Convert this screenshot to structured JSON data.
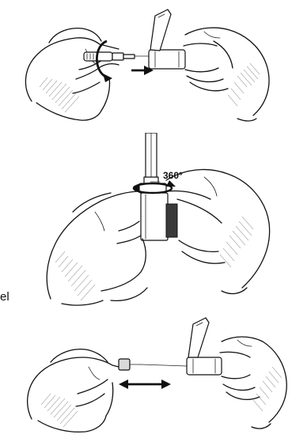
{
  "figure": {
    "rotation_label": "360°",
    "side_label": "el"
  },
  "steps": [
    {
      "id": "step-1",
      "motion": "twist-and-push-right"
    },
    {
      "id": "step-2",
      "motion": "rotate-360"
    },
    {
      "id": "step-3",
      "motion": "pull-apart-both-directions"
    }
  ]
}
